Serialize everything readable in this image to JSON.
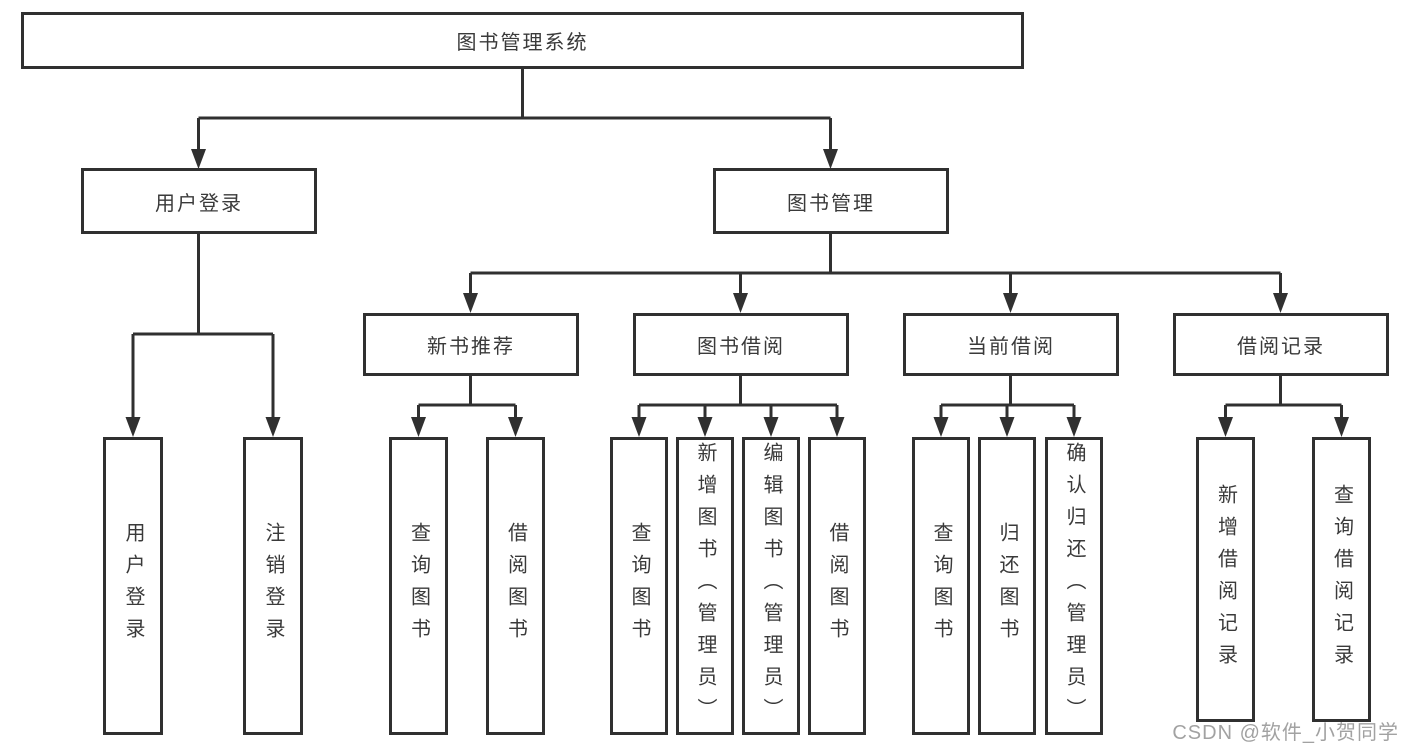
{
  "diagram": {
    "type": "tree",
    "tree": {
      "label": "图书管理系统",
      "children": [
        {
          "label": "用户登录",
          "children": [
            {
              "label": "用户登录"
            },
            {
              "label": "注销登录"
            }
          ]
        },
        {
          "label": "图书管理",
          "children": [
            {
              "label": "新书推荐",
              "children": [
                {
                  "label": "查询图书"
                },
                {
                  "label": "借阅图书"
                }
              ]
            },
            {
              "label": "图书借阅",
              "children": [
                {
                  "label": "查询图书"
                },
                {
                  "label": "新增图书（管理员）"
                },
                {
                  "label": "编辑图书（管理员）"
                },
                {
                  "label": "借阅图书"
                }
              ]
            },
            {
              "label": "当前借阅",
              "children": [
                {
                  "label": "查询图书"
                },
                {
                  "label": "归还图书"
                },
                {
                  "label": "确认归还（管理员）"
                }
              ]
            },
            {
              "label": "借阅记录",
              "children": [
                {
                  "label": "新增借阅记录"
                },
                {
                  "label": "查询借阅记录"
                }
              ]
            }
          ]
        }
      ]
    },
    "colors": {
      "line": "#303030",
      "box_border": "#303030",
      "box_background": "#ffffff",
      "text": "#3a3a3a",
      "watermark": "#a2a2a2"
    }
  },
  "watermark": "CSDN @软件_小贺同学"
}
